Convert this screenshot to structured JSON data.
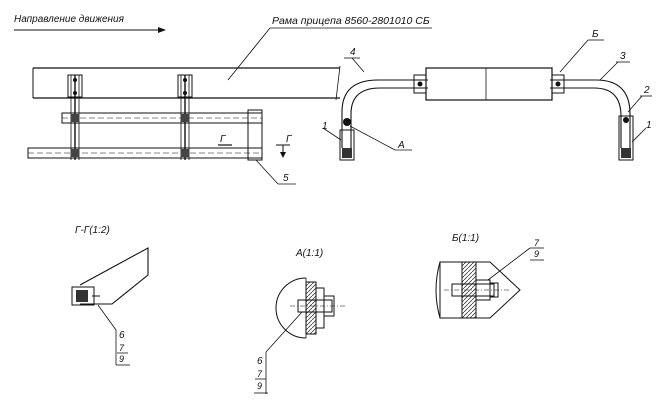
{
  "direction_label": "Направление движения",
  "frame_label": "Рама прицепа 8560-2801010 СБ",
  "section_marker": "Г",
  "callouts": {
    "c1_left": "1",
    "c1_right": "1",
    "c2": "2",
    "c3": "3",
    "c4": "4",
    "c5": "5",
    "cA": "А",
    "cB": "Б"
  },
  "views": {
    "section_gg": {
      "title": "Г-Г(1:2)",
      "weld_num": "6",
      "weld_frac_top": "7",
      "weld_frac_bottom": "9"
    },
    "detail_a": {
      "title": "А(1:1)",
      "weld_num": "6",
      "weld_frac_top": "7",
      "weld_frac_bottom": "9"
    },
    "detail_b": {
      "title": "Б(1:1)",
      "weld_frac_top": "7",
      "weld_frac_bottom": "9"
    }
  }
}
